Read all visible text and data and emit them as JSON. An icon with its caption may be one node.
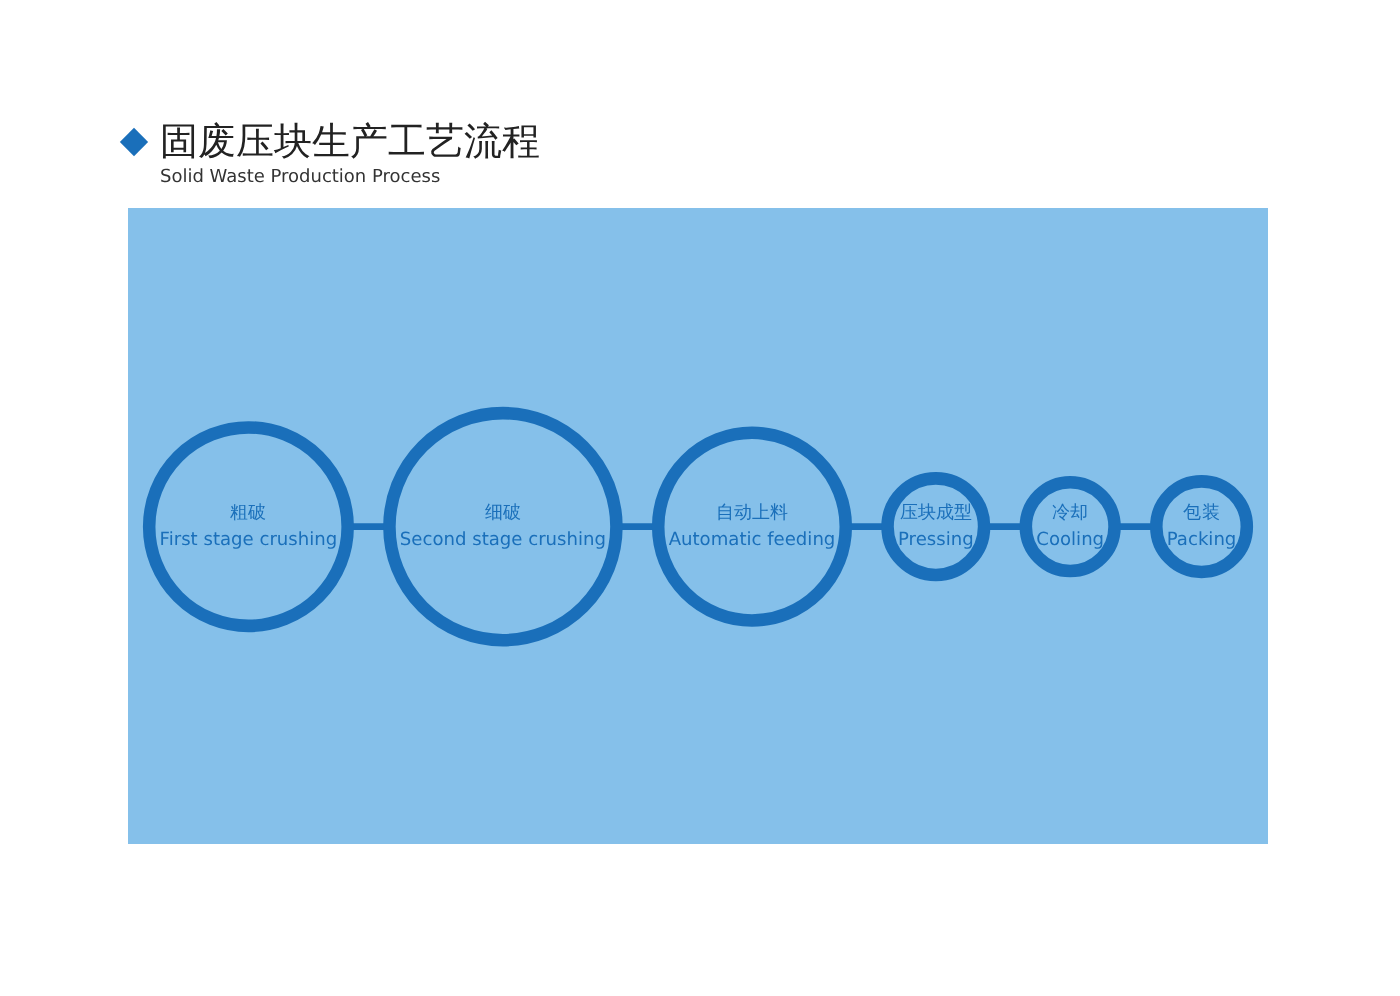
{
  "diagram": {
    "title": "固废压块生产工艺流程",
    "nodes": [
      {
        "text": [
          "粗破",
          "First stage crushing"
        ]
      },
      {
        "text": [
          "细破",
          "Second stage crushing"
        ]
      },
      {
        "text": [
          "自动上料",
          "Automatic feeding"
        ]
      },
      {
        "text": [
          "压块成型",
          "Pressing"
        ]
      },
      {
        "text": [
          "冷却",
          "Cooling"
        ]
      },
      {
        "text": [
          "包装",
          "Packing"
        ]
      }
    ],
    "edges": [
      {
        "from": 0,
        "to": 1,
        "arrow": "none"
      },
      {
        "from": 1,
        "to": 2,
        "arrow": "none"
      },
      {
        "from": 2,
        "to": 3,
        "arrow": "none"
      },
      {
        "from": 3,
        "to": 4,
        "arrow": "none"
      },
      {
        "from": 4,
        "to": 5,
        "arrow": "none"
      }
    ],
    "labels": [
      "Solid Waste Production Process"
    ]
  }
}
